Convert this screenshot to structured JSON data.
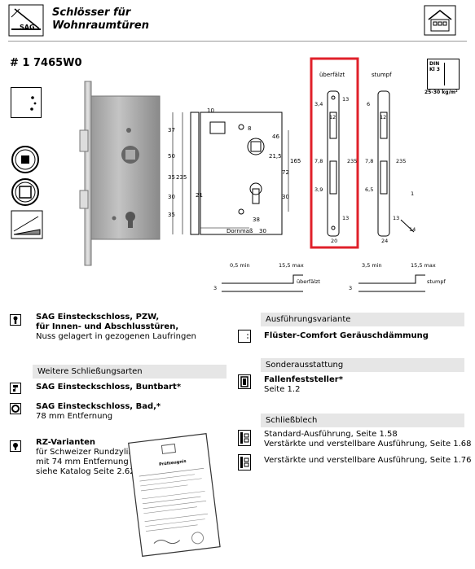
{
  "header": {
    "logo_text": "SAG",
    "title_line1": "Schlösser für",
    "title_line2": "Wohnraumtüren"
  },
  "article": {
    "number": "# 1 7465W0"
  },
  "din_badge": {
    "line1": "DIN",
    "line2": "Kl 3",
    "sub": "25-30 kg/m²"
  },
  "drawing": {
    "dims_left": [
      "10",
      "37",
      "50",
      "35",
      "30",
      "35",
      "8",
      "46",
      "21,5",
      "165",
      "72",
      "30",
      "235",
      "21",
      "38",
      "30"
    ],
    "dornmass_label": "Dornmaß",
    "variant_uberfalzt": "überfälzt",
    "variant_stumpf": "stumpf",
    "dims_plate": [
      "3,4",
      "12",
      "13",
      "235",
      "7,8",
      "3,9",
      "13",
      "20"
    ],
    "dims_plate_stumpf": [
      "6",
      "12",
      "235",
      "7,8",
      "6,5",
      "13",
      "24",
      "1",
      "14"
    ],
    "bottom_dims": [
      "0,5 min",
      "15,5 max",
      "3",
      "3,5 min",
      "15,5 max",
      "3"
    ],
    "bottom_labels": [
      "überfälzt",
      "stumpf"
    ]
  },
  "product": {
    "title1": "SAG Einsteckschloss, PZW,",
    "title2": "für Innen- und Abschlusstüren,",
    "desc": "Nuss gelagert in gezogenen Laufringen"
  },
  "weitere": {
    "heading": "Weitere Schließungsarten",
    "items": [
      {
        "title": "SAG Einsteckschloss, Buntbart*",
        "desc": ""
      },
      {
        "title": "SAG Einsteckschloss, Bad,*",
        "desc": "78 mm Entfernung"
      }
    ]
  },
  "rz": {
    "title": "RZ-Varianten",
    "lines": [
      "für Schweizer Rundzylinder",
      "mit 74 mm Entfernung",
      "siehe Katalog Seite 2.62"
    ]
  },
  "ausfuehrung": {
    "heading": "Ausführungsvariante",
    "item": "Flüster-Comfort Geräuschdämmung"
  },
  "sonder": {
    "heading": "Sonderausstattung",
    "title": "Fallenfeststeller*",
    "page": "Seite 1.2"
  },
  "schliessblech": {
    "heading": "Schließblech",
    "line1": "Standard-Ausführung, Seite 1.58",
    "line2": "Verstärkte und verstellbare Ausführung, Seite 1.68",
    "line3": "Verstärkte und verstellbare Ausführung, Seite 1.76"
  },
  "certificate": {
    "title": "Prüfzeugnis"
  }
}
